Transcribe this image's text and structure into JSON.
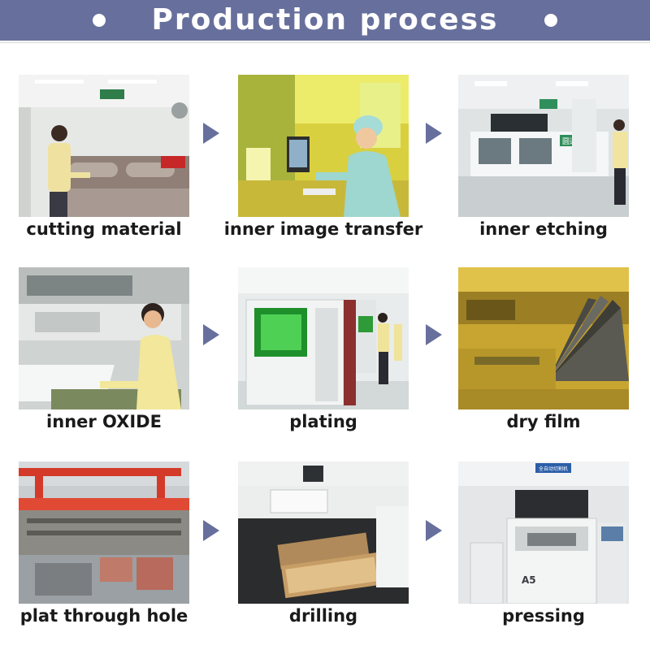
{
  "header": {
    "title": "Production process"
  },
  "colors": {
    "banner": "#676f9c",
    "arrow": "#676f9c",
    "text": "#1a1a1a"
  },
  "steps": [
    {
      "label": "cutting material"
    },
    {
      "label": "inner image transfer"
    },
    {
      "label": "inner etching"
    },
    {
      "label": "inner OXIDE"
    },
    {
      "label": "plating"
    },
    {
      "label": "dry film"
    },
    {
      "label": "plat through hole"
    },
    {
      "label": "drilling"
    },
    {
      "label": "pressing"
    }
  ],
  "photo_signs": {
    "etching_machine_brand": "圆达",
    "pressing_sign": "全自动切割机",
    "pressing_machine_brand": "A5"
  }
}
